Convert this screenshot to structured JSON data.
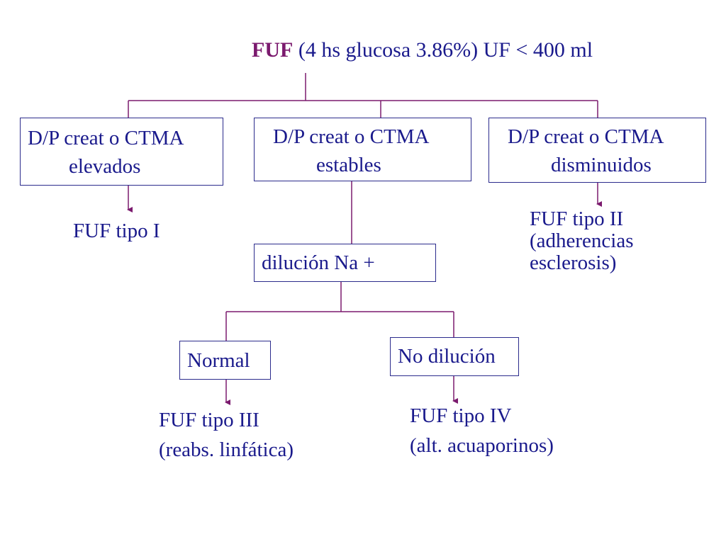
{
  "title": {
    "emphasis": "FUF",
    "rest": " (4 hs glucosa 3.86%) UF < 400 ml"
  },
  "boxes": {
    "elevados": {
      "line1": "D/P creat o CTMA",
      "line2": "elevados"
    },
    "estables": {
      "line1": "D/P creat o CTMA",
      "line2": "estables"
    },
    "disminuidos": {
      "line1": "D/P creat o CTMA",
      "line2": "disminuidos"
    },
    "dilucion": {
      "label": "dilución Na +"
    },
    "normal": {
      "label": "Normal"
    },
    "no_dilucion": {
      "label": "No dilución"
    }
  },
  "results": {
    "tipo1": {
      "line1": "FUF tipo I"
    },
    "tipo2": {
      "line1": "FUF tipo II",
      "line2": "(adherencias",
      "line3": "esclerosis)"
    },
    "tipo3": {
      "line1": "FUF tipo III",
      "line2": "(reabs. linfática)"
    },
    "tipo4": {
      "line1": "FUF tipo IV",
      "line2": "(alt. acuaporinos)"
    }
  },
  "colors": {
    "text": "#1a1a8c",
    "accent": "#7b1a6e",
    "box_border": "#2b2b8c"
  }
}
